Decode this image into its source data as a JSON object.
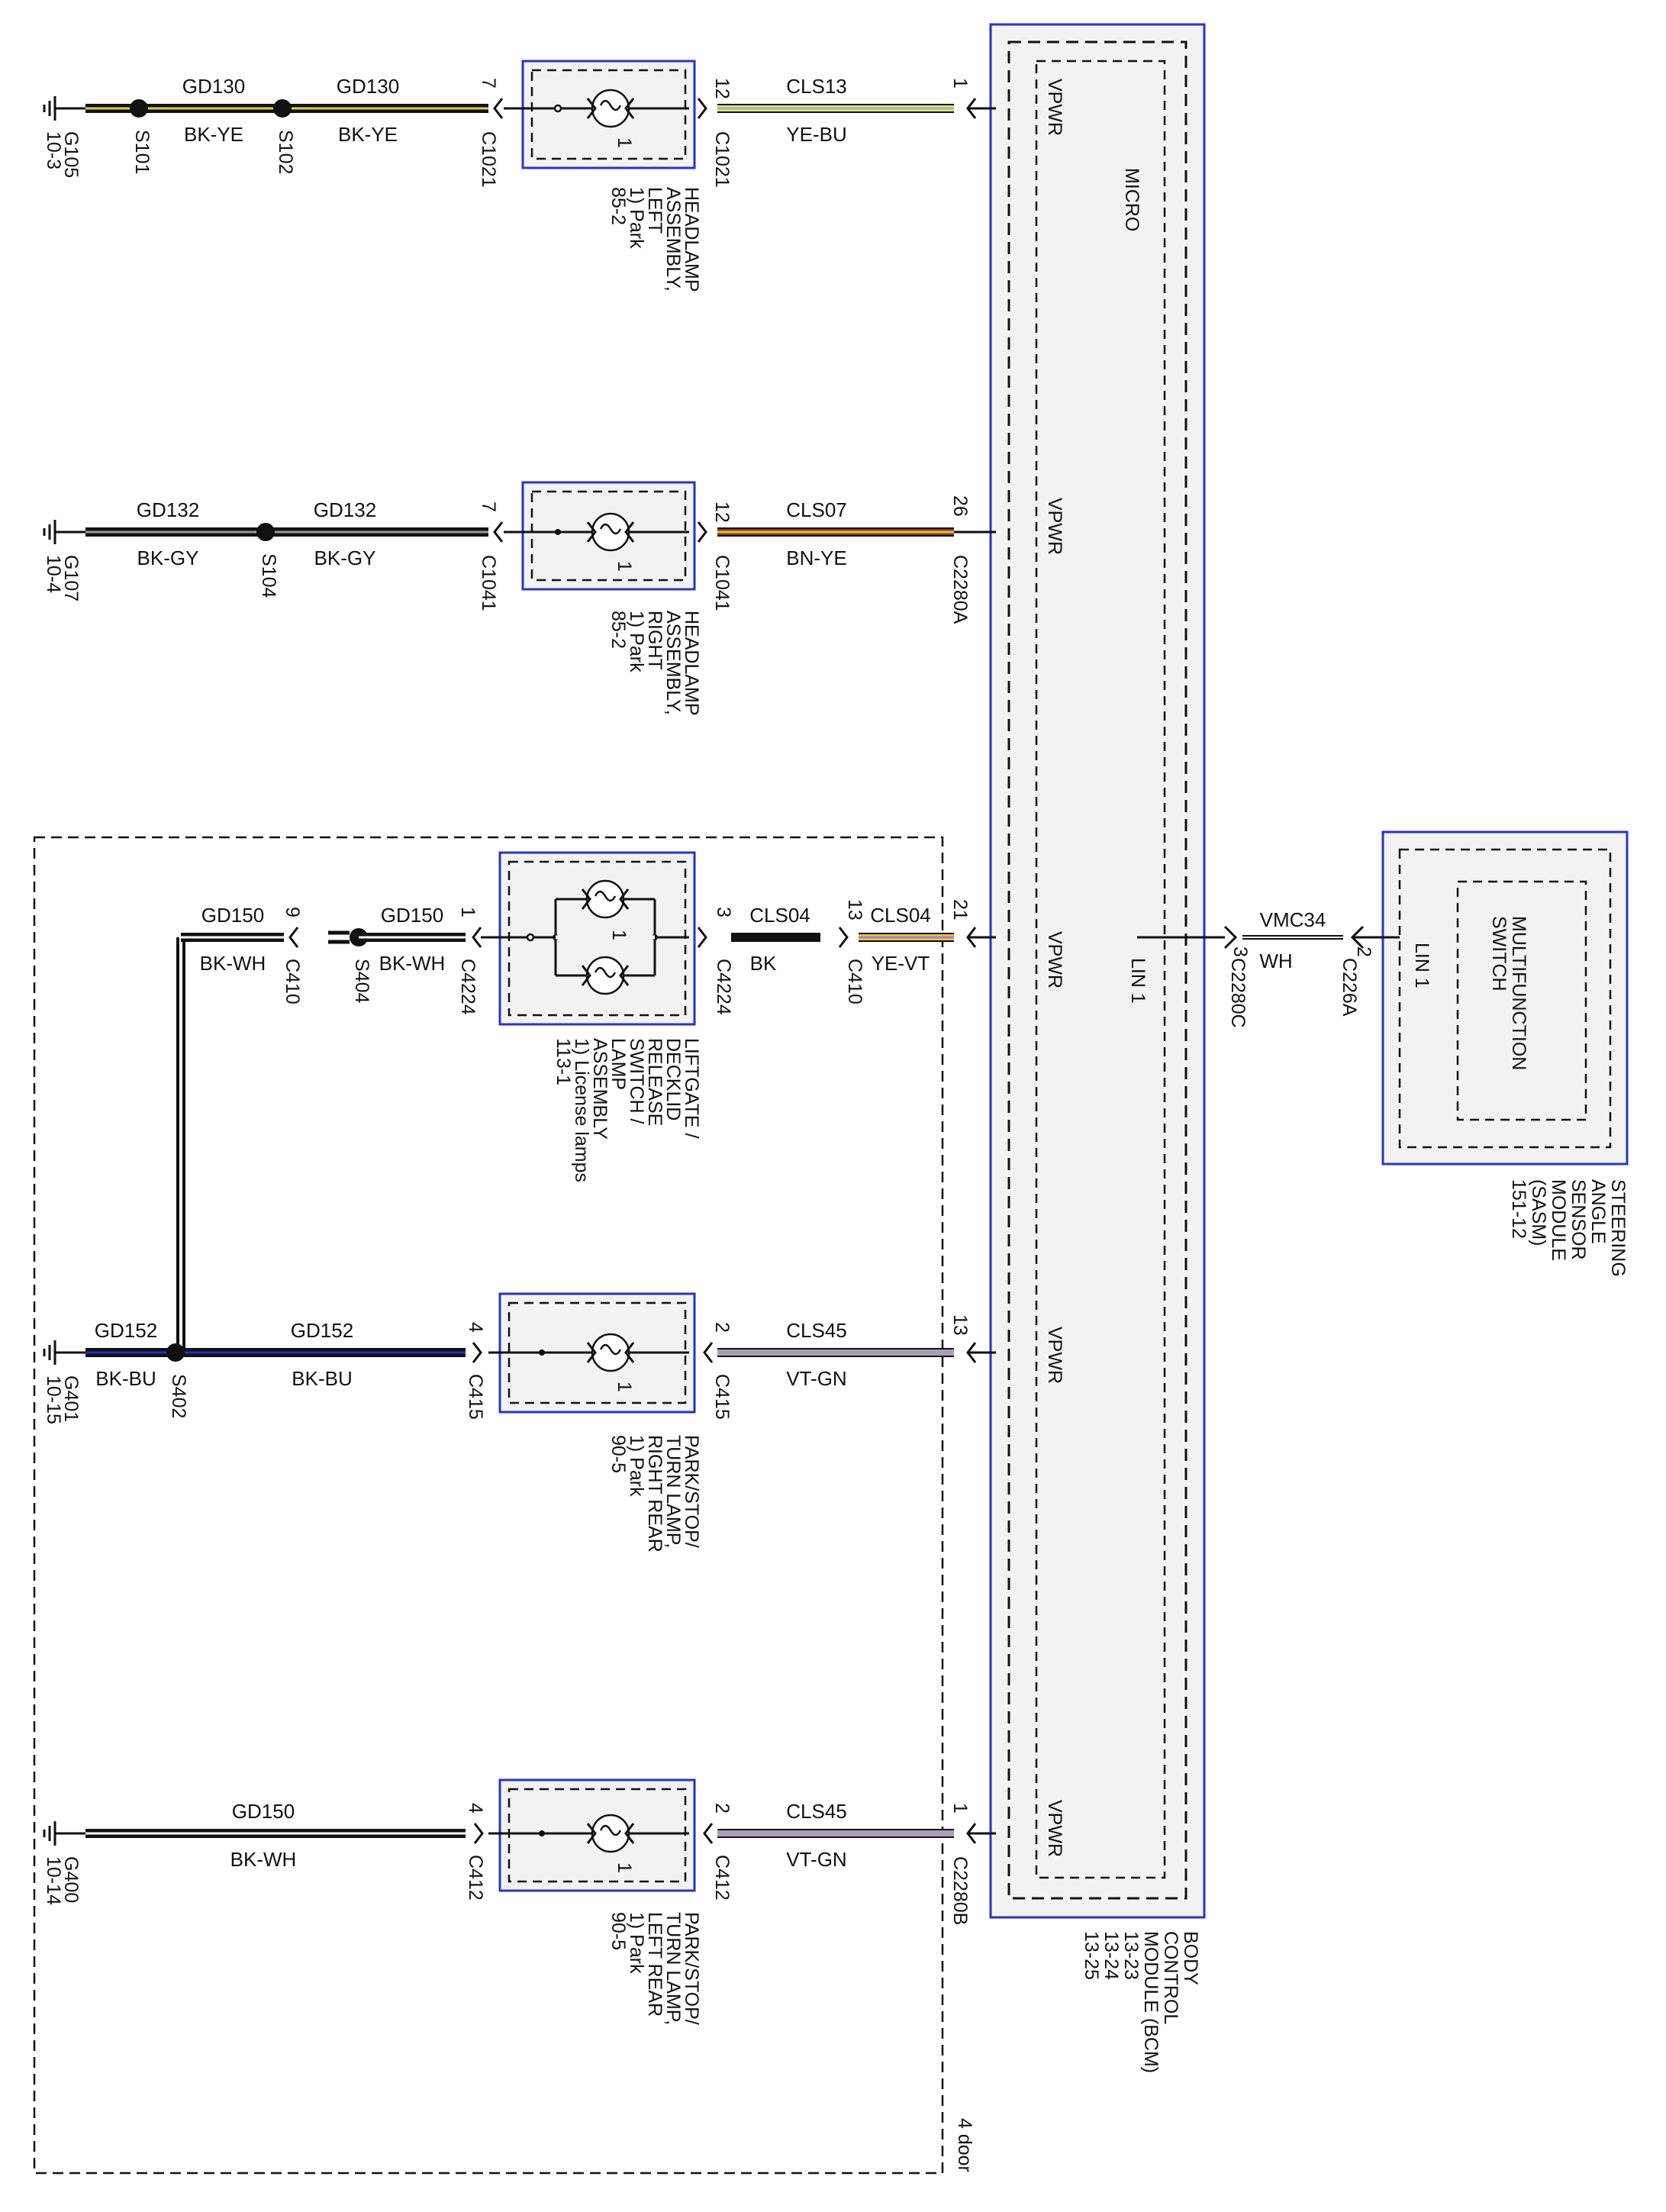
{
  "bcm": {
    "name_lines": [
      "BODY",
      "CONTROL",
      "MODULE (BCM)",
      "13-23",
      "13-24",
      "13-25"
    ],
    "micro_label": "MICRO",
    "lin_pin_label": "LIN 1",
    "pin_label": "VPWR"
  },
  "sasm": {
    "name_lines": [
      "STEERING",
      "ANGLE",
      "SENSOR",
      "MODULE",
      "(SASM)",
      "151-12"
    ],
    "inner_lines": [
      "MULTIFUNCTION",
      "SWITCH"
    ],
    "pin_label": "LIN 1"
  },
  "lin_circuit": {
    "wire": "VMC34",
    "color": "WH",
    "bcm_pin": "3",
    "bcm_connector": "C2280C",
    "sasm_pin": "2",
    "sasm_connector": "C226A"
  },
  "four_door_label": "4 door",
  "circuits": [
    {
      "ground": "G105",
      "ground_ref": "10-3",
      "segments": [
        {
          "wire": "GD130",
          "color": "BK-YE"
        },
        {
          "wire": "GD130",
          "color": "BK-YE"
        }
      ],
      "splices": [
        "S101",
        "S102"
      ],
      "ground_side": {
        "pin": "7",
        "connector": "C1021"
      },
      "lamp_pin": "1",
      "component_lines": [
        "HEADLAMP",
        "ASSEMBLY,",
        "LEFT",
        "1) Park",
        "85-2"
      ],
      "feed_side": {
        "pin": "12",
        "connector": "C1021"
      },
      "feed": {
        "wire": "CLS13",
        "color": "YE-BU"
      },
      "bcm_pin": "1",
      "bcm_connector": ""
    },
    {
      "ground": "G107",
      "ground_ref": "10-4",
      "segments": [
        {
          "wire": "GD132",
          "color": "BK-GY"
        },
        {
          "wire": "GD132",
          "color": "BK-GY"
        }
      ],
      "splices": [
        "S104"
      ],
      "ground_side": {
        "pin": "7",
        "connector": "C1041"
      },
      "lamp_pin": "1",
      "component_lines": [
        "HEADLAMP",
        "ASSEMBLY,",
        "RIGHT",
        "1) Park",
        "85-2"
      ],
      "feed_side": {
        "pin": "12",
        "connector": "C1041"
      },
      "feed": {
        "wire": "CLS07",
        "color": "BN-YE"
      },
      "bcm_pin": "26",
      "bcm_connector": "C2280A"
    },
    {
      "segments": [
        {
          "wire": "GD150",
          "color": "BK-WH"
        },
        {
          "wire": "GD150",
          "color": "BK-WH"
        }
      ],
      "splices": [
        "S404"
      ],
      "c410_left": {
        "pin": "9",
        "connector": "C410"
      },
      "ground_side": {
        "pin": "1",
        "connector": "C4224"
      },
      "lamp_pin": "1",
      "component_lines": [
        "LIFTGATE /",
        "DECKLID",
        "RELEASE",
        "SWITCH /",
        "LAMP",
        "ASSEMBLY",
        "1) License lamps",
        "113-1"
      ],
      "feed_side": {
        "pin": "3",
        "connector": "C4224"
      },
      "mid": {
        "wire": "CLS04",
        "color": "BK"
      },
      "c410_right": {
        "pin": "13",
        "connector": "C410"
      },
      "feed": {
        "wire": "CLS04",
        "color": "YE-VT"
      },
      "bcm_pin": "21"
    },
    {
      "ground": "G401",
      "ground_ref": "10-15",
      "segments": [
        {
          "wire": "GD152",
          "color": "BK-BU"
        },
        {
          "wire": "GD152",
          "color": "BK-BU"
        }
      ],
      "splices": [
        "S402"
      ],
      "ground_side": {
        "pin": "4",
        "connector": "C415"
      },
      "lamp_pin": "1",
      "component_lines": [
        "PARK/STOP/",
        "TURN LAMP,",
        "RIGHT REAR",
        "1) Park",
        "90-5"
      ],
      "feed_side": {
        "pin": "2",
        "connector": "C415"
      },
      "feed": {
        "wire": "CLS45",
        "color": "VT-GN"
      },
      "bcm_pin": "13"
    },
    {
      "ground": "G400",
      "ground_ref": "10-14",
      "segments": [
        {
          "wire": "GD150",
          "color": "BK-WH"
        }
      ],
      "ground_side": {
        "pin": "4",
        "connector": "C412"
      },
      "lamp_pin": "1",
      "component_lines": [
        "PARK/STOP/",
        "TURN LAMP,",
        "LEFT REAR",
        "1) Park",
        "90-5"
      ],
      "feed_side": {
        "pin": "2",
        "connector": "C412"
      },
      "feed": {
        "wire": "CLS45",
        "color": "VT-GN"
      },
      "bcm_pin": "1",
      "bcm_connector": "C2280B"
    }
  ]
}
